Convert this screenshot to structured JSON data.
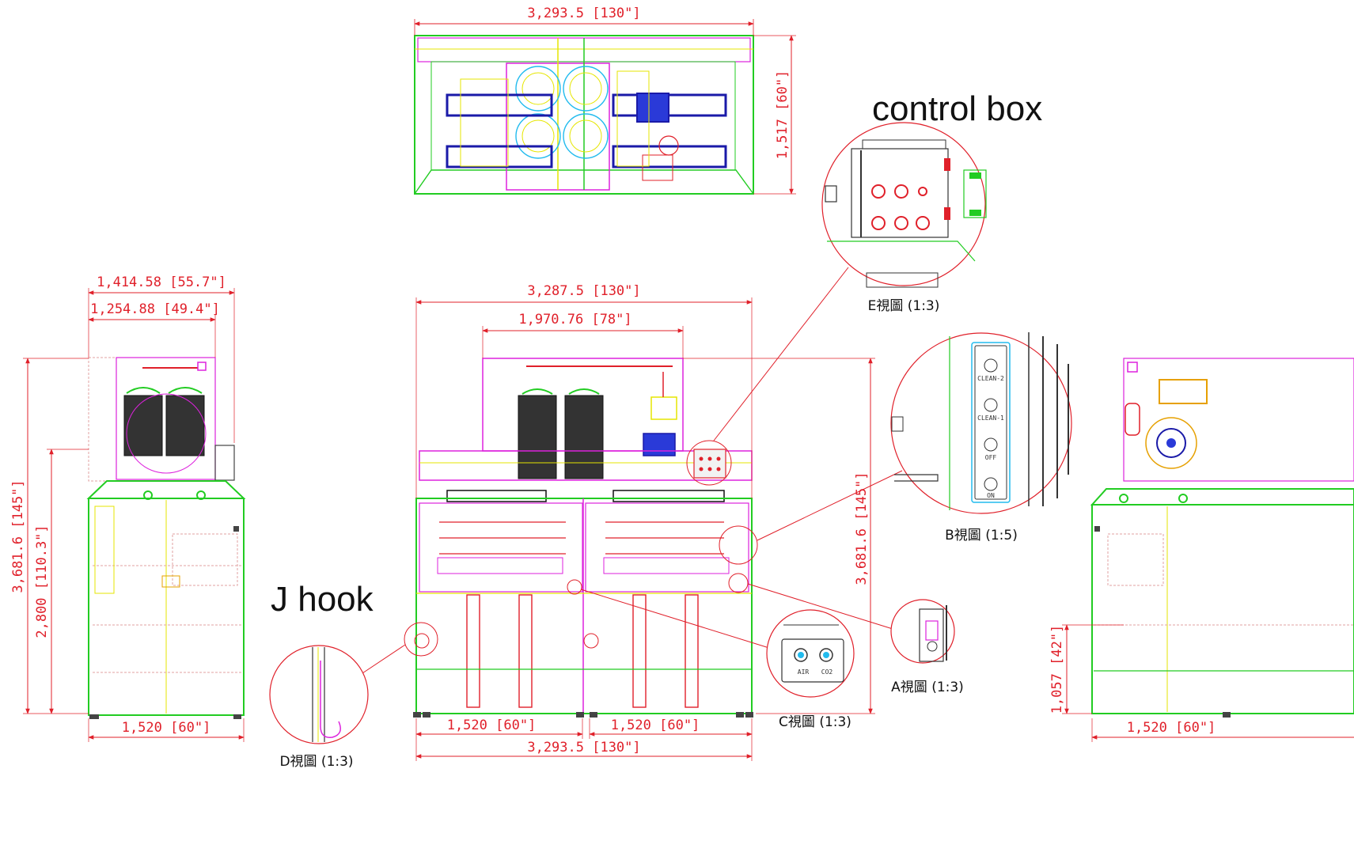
{
  "top_view": {
    "width_dim": "3,293.5 [130\"]",
    "depth_dim": "1,517 [60\"]"
  },
  "front_view": {
    "overall_width_top": "3,287.5 [130\"]",
    "upper_width": "1,970.76 [78\"]",
    "height_dim": "3,681.6 [145\"]",
    "bay_left": "1,520 [60\"]",
    "bay_right": "1,520 [60\"]",
    "overall_width_bottom": "3,293.5 [130\"]"
  },
  "side_view": {
    "top_width_outer": "1,414.58 [55.7\"]",
    "top_width_inner": "1,254.88 [49.4\"]",
    "total_height": "3,681.6 [145\"]",
    "lower_height": "2,800 [110.3\"]",
    "base_width": "1,520 [60\"]"
  },
  "right_view": {
    "height": "1,057 [42\"]",
    "base_width": "1,520 [60\"]"
  },
  "labels": {
    "control_box": "control box",
    "j_hook": "J hook"
  },
  "details": {
    "e": {
      "caption": "E視圖 (1:3)"
    },
    "b": {
      "caption": "B視圖 (1:5)",
      "buttons": [
        "CLEAN-2",
        "CLEAN-1",
        "OFF",
        "ON"
      ]
    },
    "a": {
      "caption": "A視圖 (1:3)"
    },
    "c": {
      "caption": "C視圖 (1:3)",
      "ports": [
        "AIR",
        "CO2"
      ]
    },
    "d": {
      "caption": "D視圖 (1:3)"
    }
  },
  "colors": {
    "dimension": "#e0202a",
    "frame_green": "#22cc22",
    "magenta": "#dd22dd",
    "yellow": "#e6e600",
    "blue": "#1a1aa8",
    "red": "#e0202a"
  }
}
